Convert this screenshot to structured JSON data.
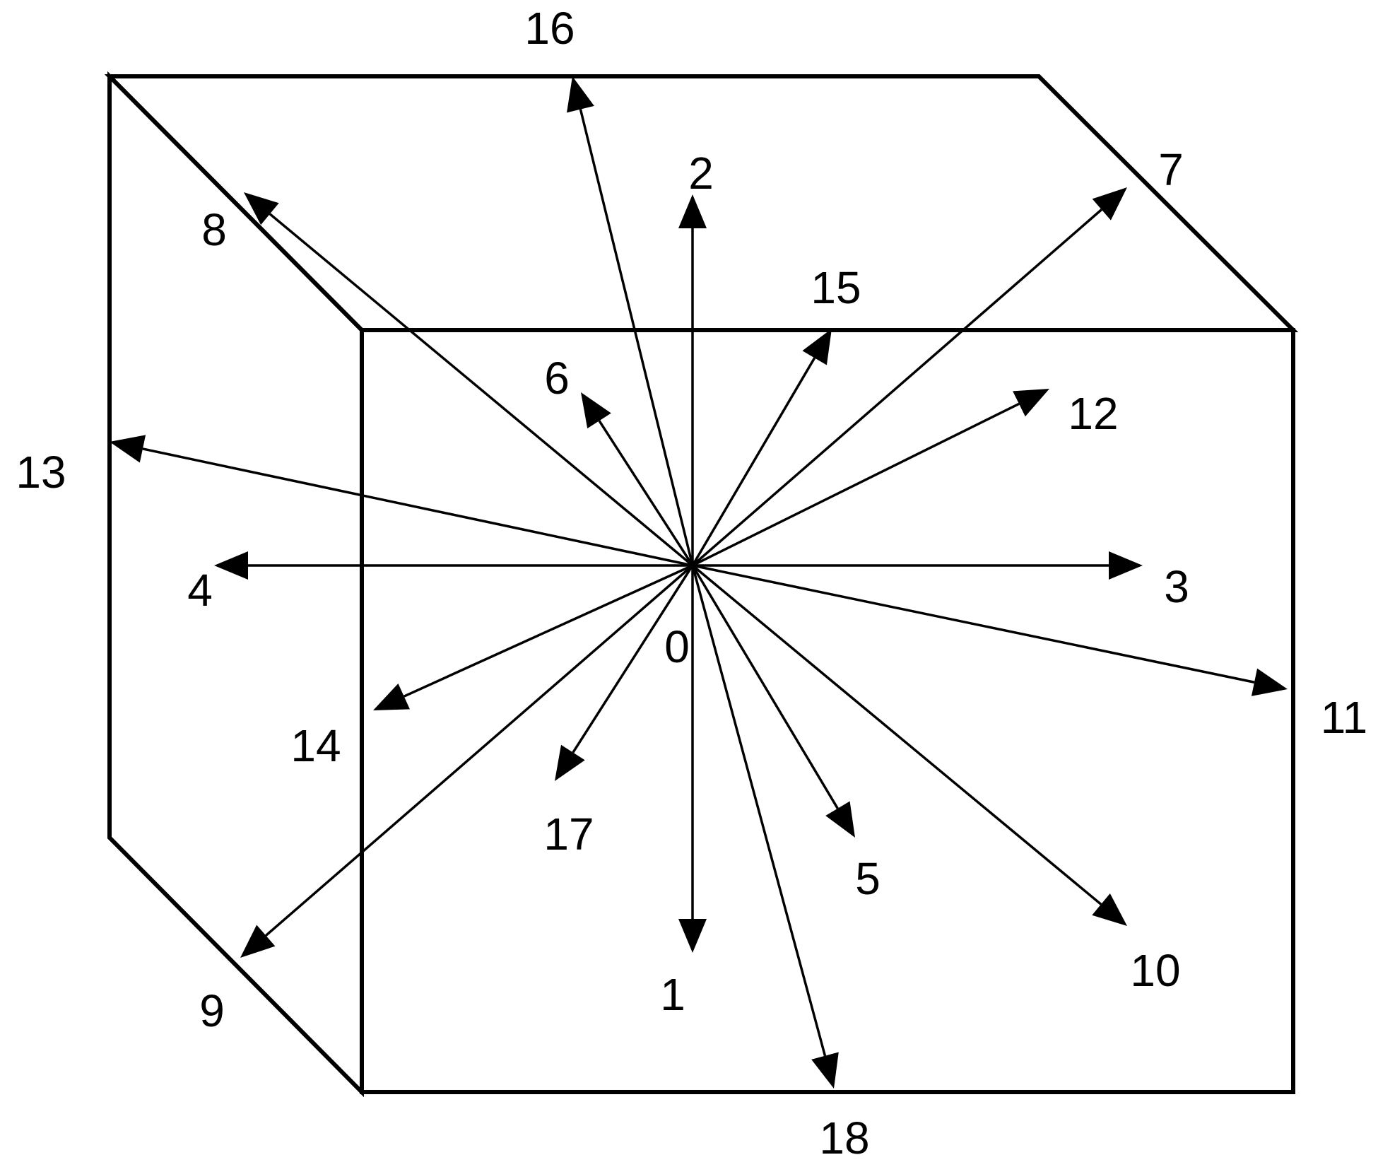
{
  "labels": {
    "center": "0",
    "d1": "1",
    "d2": "2",
    "d3": "3",
    "d4": "4",
    "d5": "5",
    "d6": "6",
    "d7": "7",
    "d8": "8",
    "d9": "9",
    "d10": "10",
    "d11": "11",
    "d12": "12",
    "d13": "13",
    "d14": "14",
    "d15": "15",
    "d16": "16",
    "d17": "17",
    "d18": "18"
  },
  "colors": {
    "stroke": "#000000",
    "background": "#ffffff"
  }
}
